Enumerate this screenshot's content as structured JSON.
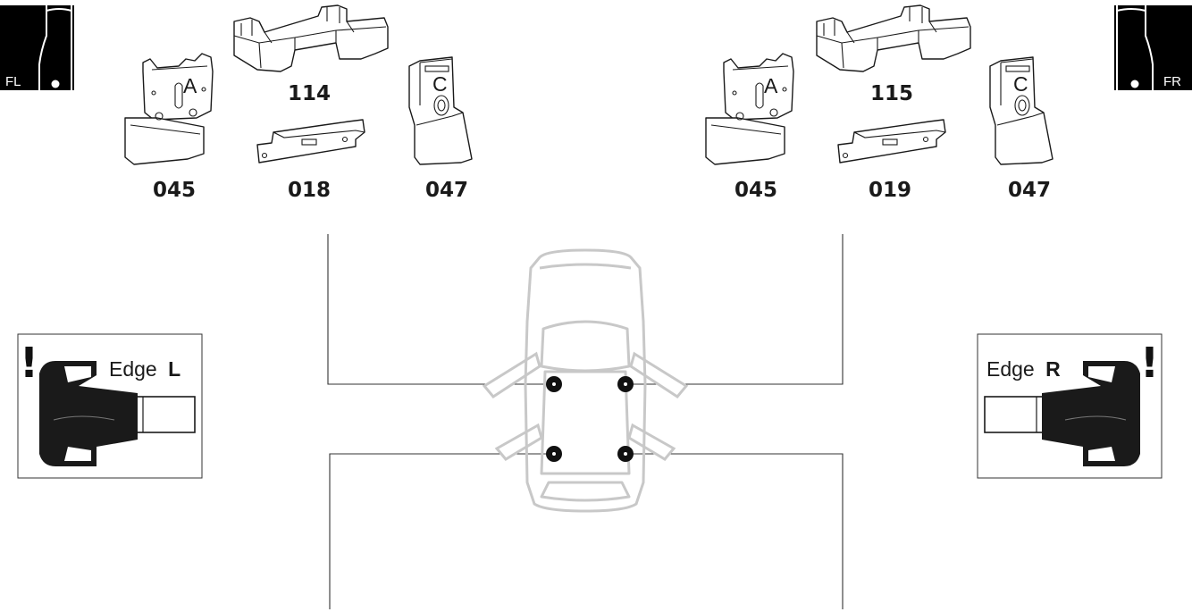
{
  "corners": {
    "front_left": "FL",
    "front_right": "FR"
  },
  "left_kit": {
    "top_code": "114",
    "codes": [
      "045",
      "018",
      "047"
    ],
    "pad_letter_a": "A",
    "pad_letter_c": "C"
  },
  "right_kit": {
    "top_code": "115",
    "codes": [
      "045",
      "019",
      "047"
    ],
    "pad_letter_a": "A",
    "pad_letter_c": "C"
  },
  "edge_left": {
    "warning": "!",
    "word": "Edge",
    "side": "L"
  },
  "edge_right": {
    "warning": "!",
    "word": "Edge",
    "side": "R"
  },
  "colors": {
    "ink": "#1a1a1a",
    "car_outline": "#c8c8c8",
    "corner_badge": "#000000"
  }
}
